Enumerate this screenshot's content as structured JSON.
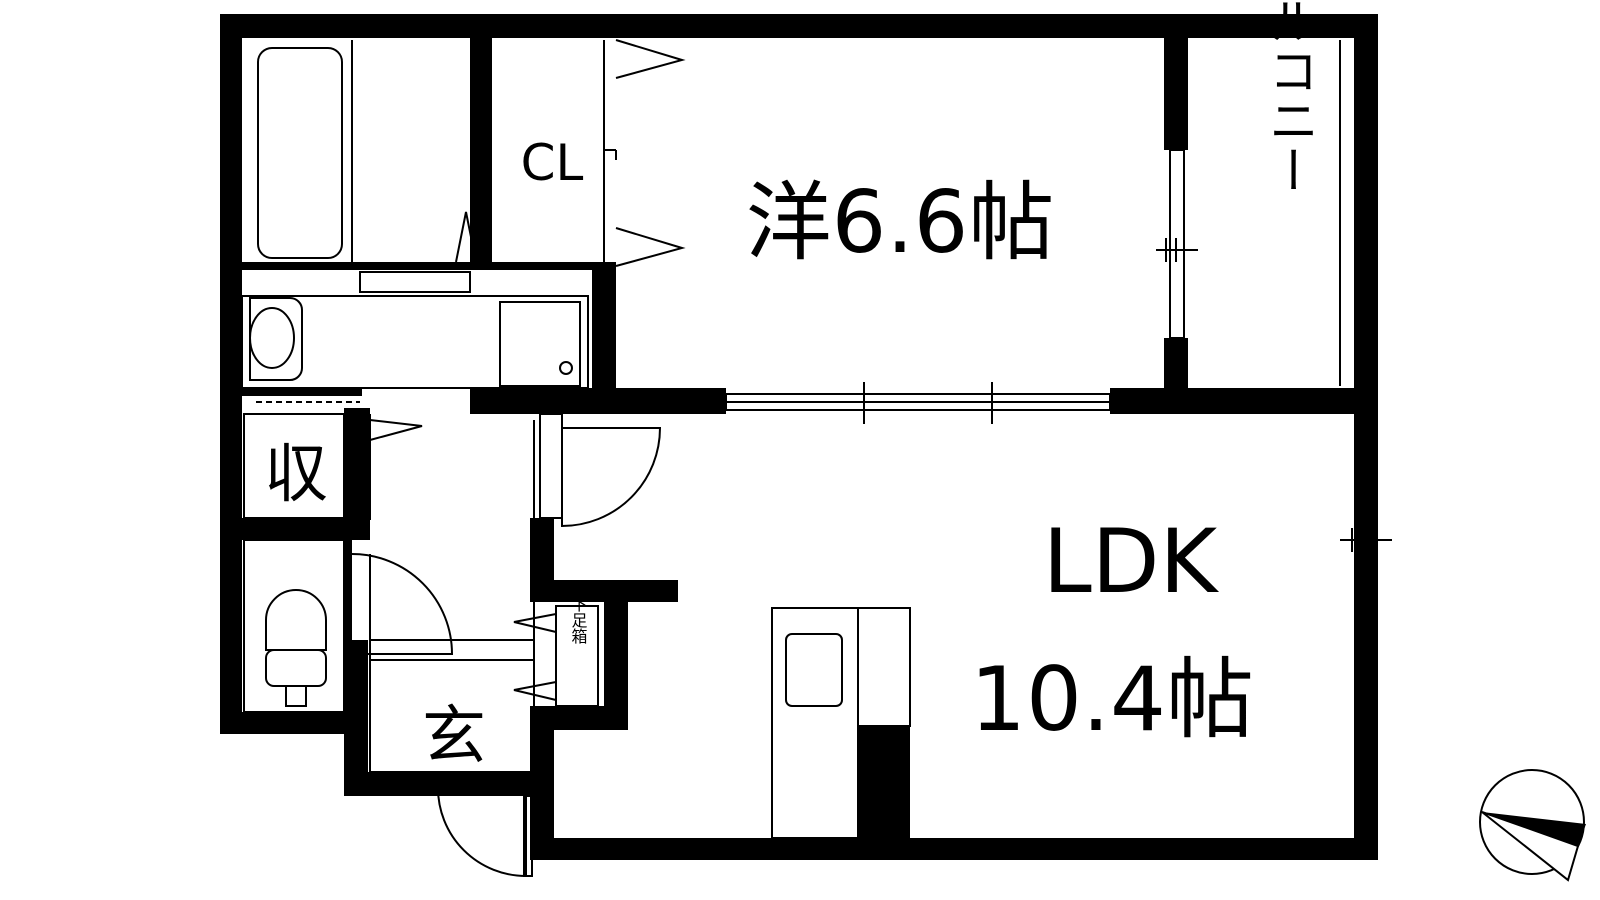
{
  "rooms": {
    "western_room": "洋6.6帖",
    "closet": "CL",
    "balcony": "バルコニー",
    "ldk": "LDK",
    "ldk_size": "10.4帖",
    "storage": "収",
    "entrance": "玄",
    "shoe_box": "下足箱"
  },
  "colors": {
    "wall": "#000000",
    "background": "#ffffff"
  },
  "icons": [
    "compass-icon",
    "bathtub-icon",
    "washbasin-icon",
    "toilet-icon",
    "kitchen-sink-icon"
  ]
}
